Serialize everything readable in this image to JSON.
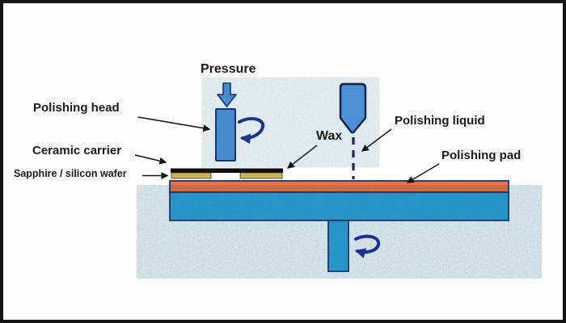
{
  "diagram": {
    "type": "process-schematic",
    "subject": "Wafer polishing (CMP) setup",
    "labels": {
      "pressure": "Pressure",
      "polishing_head": "Polishing head",
      "ceramic_carrier": "Ceramic carrier",
      "sapphire_wafer": "Sapphire / silicon wafer",
      "wax": "Wax",
      "polishing_liquid": "Polishing liquid",
      "polishing_pad": "Polishing pad"
    },
    "icons": {
      "pressure_arrow": "down-arrow",
      "head_rotation": "curved-rotation-arrow",
      "platen_rotation": "curved-rotation-arrow",
      "wax_drip": "dashed-drip-line"
    },
    "colors": {
      "frame_border": "#141414",
      "background": "#fdfdfd",
      "head_blue": "#4e93d6",
      "nozzle_blue": "#4a8fd3",
      "platen_blue": "#2ea3d4",
      "pad_orange": "#f3703b",
      "wafer_tan": "#c9b45c",
      "carrier_black": "#0e0e0e",
      "outline_navy": "#1c2f6e",
      "rotation_arrow_navy": "#1e2f8f",
      "label_arrow_black": "#161616"
    }
  }
}
